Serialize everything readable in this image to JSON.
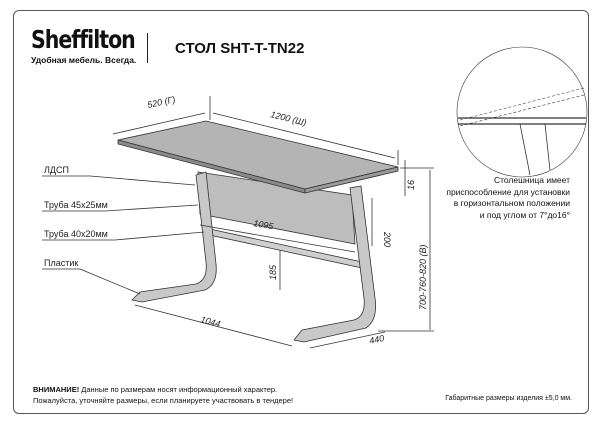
{
  "brand": {
    "name": "Sheffilton",
    "tagline": "Удобная мебель. Всегда."
  },
  "title": "СТОЛ SHT-T-TN22",
  "labels": [
    "ЛДСП",
    "Труба 45х25мм",
    "Труба 40х20мм",
    "Пластик"
  ],
  "dimensions": {
    "depth": "520 (Г)",
    "width": "1200 (Ш)",
    "height": "700-760-820 (В)",
    "top_thickness": "16",
    "panel_width": "1095",
    "panel_height": "200",
    "crossbar_height": "185",
    "base_length": "1044",
    "base_depth": "440"
  },
  "note": [
    "Столешница имеет",
    "приспособление для установки",
    "в горизонтальном положении",
    "и под углом от 7°до16°"
  ],
  "warning": {
    "bold": "ВНИМАНИЕ!",
    "line1": " Данные по размерам носят информационный характер.",
    "line2": "Пожалуйста, уточняйте размеры, если планируете участвовать в тендере!"
  },
  "tolerance": "Габаритные размеры изделия ±5,0 мм.",
  "colors": {
    "top": "#b4b4b4",
    "frame": "#c8c8c8",
    "line": "#333333"
  }
}
